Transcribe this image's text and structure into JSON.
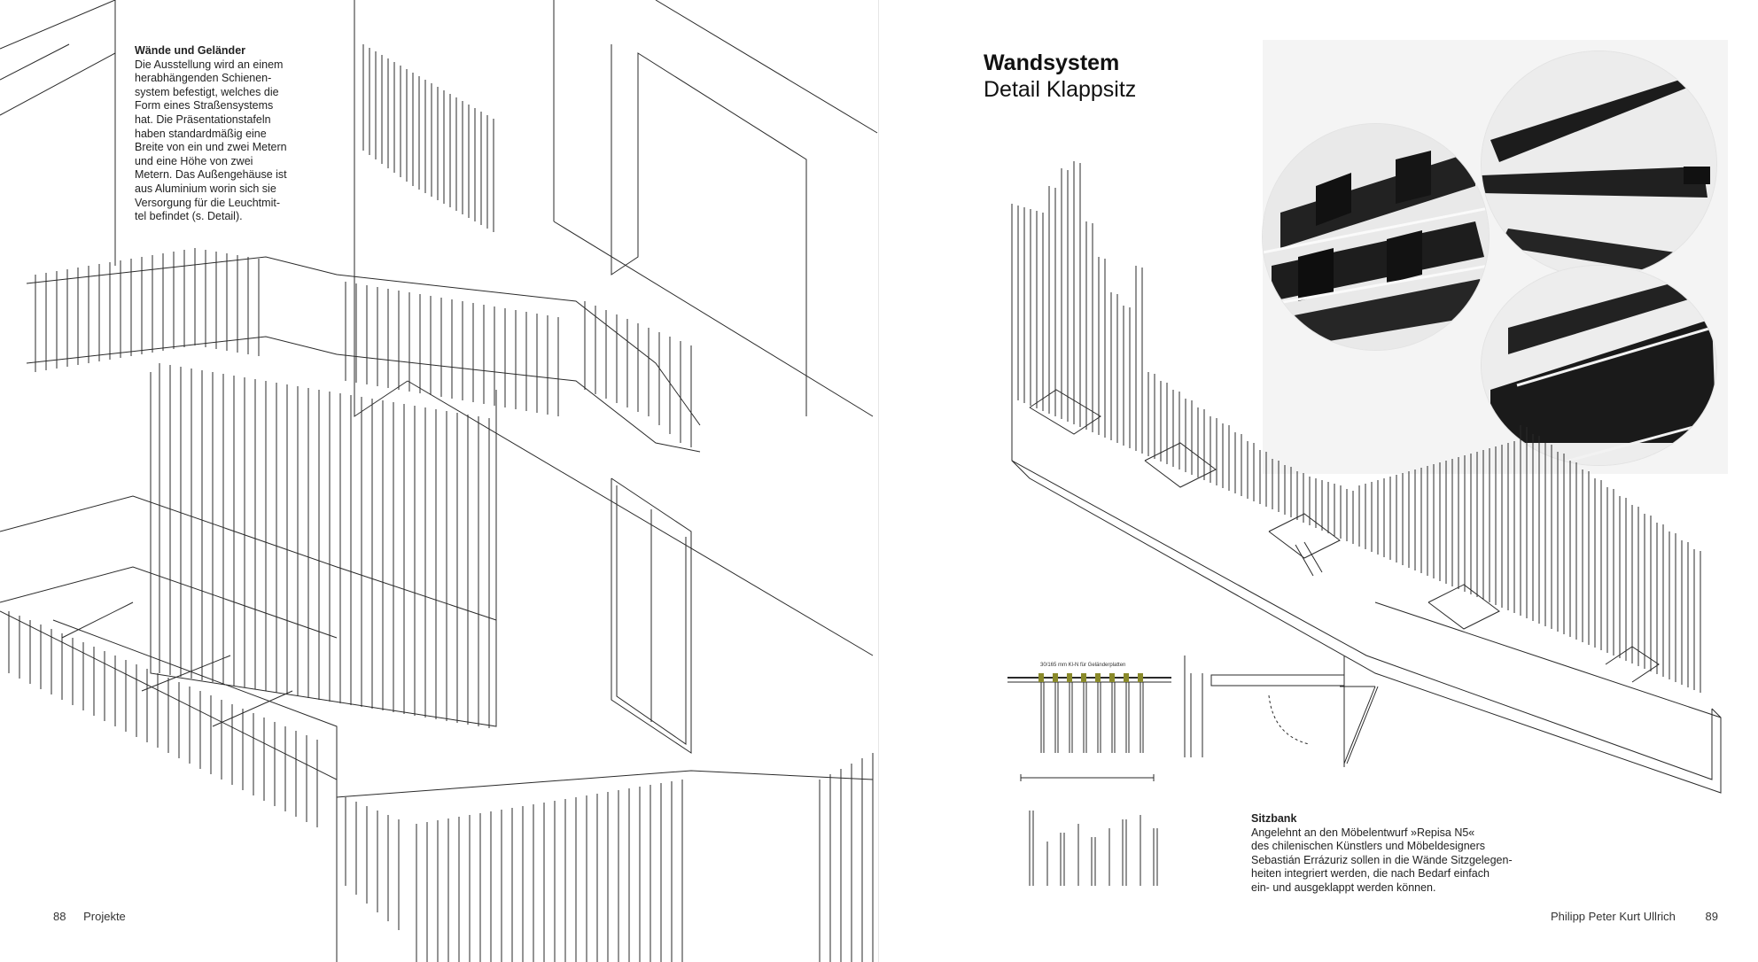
{
  "left_page": {
    "text": {
      "heading": "Wände und Geländer",
      "body": "Die Ausstellung wird an einem\nherabhängenden Schienen-\nsystem befestigt, welches die\nForm eines Straßensystems\nhat. Die Präsentationstafeln\nhaben standardmäßig eine\nBreite von ein und zwei Metern\nund eine Höhe von zwei\nMetern. Das Außengehäuse ist\naus Aluminium worin sich sie\nVersorgung für die Leuchtmit-\ntel befindet (s. Detail)."
    },
    "footer": {
      "page_number": "88",
      "section": "Projekte"
    }
  },
  "right_page": {
    "title": "Wandsystem",
    "subtitle": "Detail Klappsitz",
    "detail_label": "30/165 mm Kl-N für Geländerplatten",
    "text": {
      "heading": "Sitzbank",
      "body": "Angelehnt an den Möbelentwurf »Repisa N5«\ndes chilenischen Künstlers und Möbeldesigners\nSebastián Errázuriz sollen in die Wände Sitzgelegen-\nheiten integriert werden, die nach Bedarf einfach\nein- und ausgeklappt werden können."
    },
    "footer": {
      "author": "Philipp Peter Kurt Ullrich",
      "page_number": "89"
    }
  }
}
